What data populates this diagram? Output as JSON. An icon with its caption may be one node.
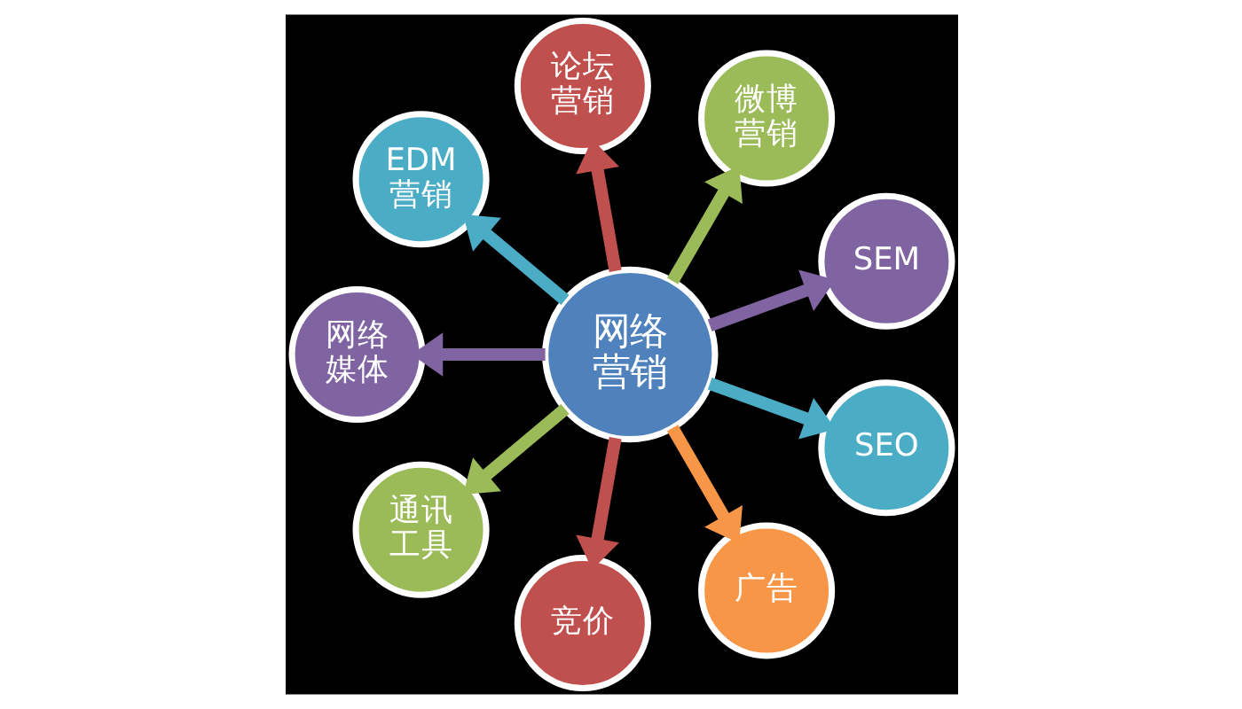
{
  "diagram": {
    "nodes": [
      {
        "text": [
          "论坛营销"
        ]
      },
      {
        "text": [
          "EDM营销"
        ]
      },
      {
        "text": [
          "微博营销"
        ]
      },
      {
        "text": [
          "网络媒体"
        ]
      },
      {
        "text": [
          "网络营销"
        ]
      },
      {
        "text": [
          "SEM"
        ]
      },
      {
        "text": [
          "通讯工具"
        ]
      },
      {
        "text": [
          "SEO"
        ]
      },
      {
        "text": [
          "竞价"
        ]
      },
      {
        "text": [
          "广告"
        ]
      }
    ],
    "edges": [
      {
        "from": 4,
        "to": 0,
        "arrow": "to",
        "color": "#c0504d"
      },
      {
        "from": 4,
        "to": 2,
        "arrow": "to",
        "color": "#9bbb59"
      },
      {
        "from": 4,
        "to": 5,
        "arrow": "to",
        "color": "#8064a2"
      },
      {
        "from": 4,
        "to": 7,
        "arrow": "to",
        "color": "#4bacc6"
      },
      {
        "from": 4,
        "to": 9,
        "arrow": "to",
        "color": "#f79646"
      },
      {
        "from": 4,
        "to": 8,
        "arrow": "to",
        "color": "#c0504d"
      },
      {
        "from": 4,
        "to": 6,
        "arrow": "to",
        "color": "#9bbb59"
      },
      {
        "from": 4,
        "to": 3,
        "arrow": "to",
        "color": "#8064a2"
      },
      {
        "from": 4,
        "to": 1,
        "arrow": "to",
        "color": "#4bacc6"
      }
    ]
  }
}
